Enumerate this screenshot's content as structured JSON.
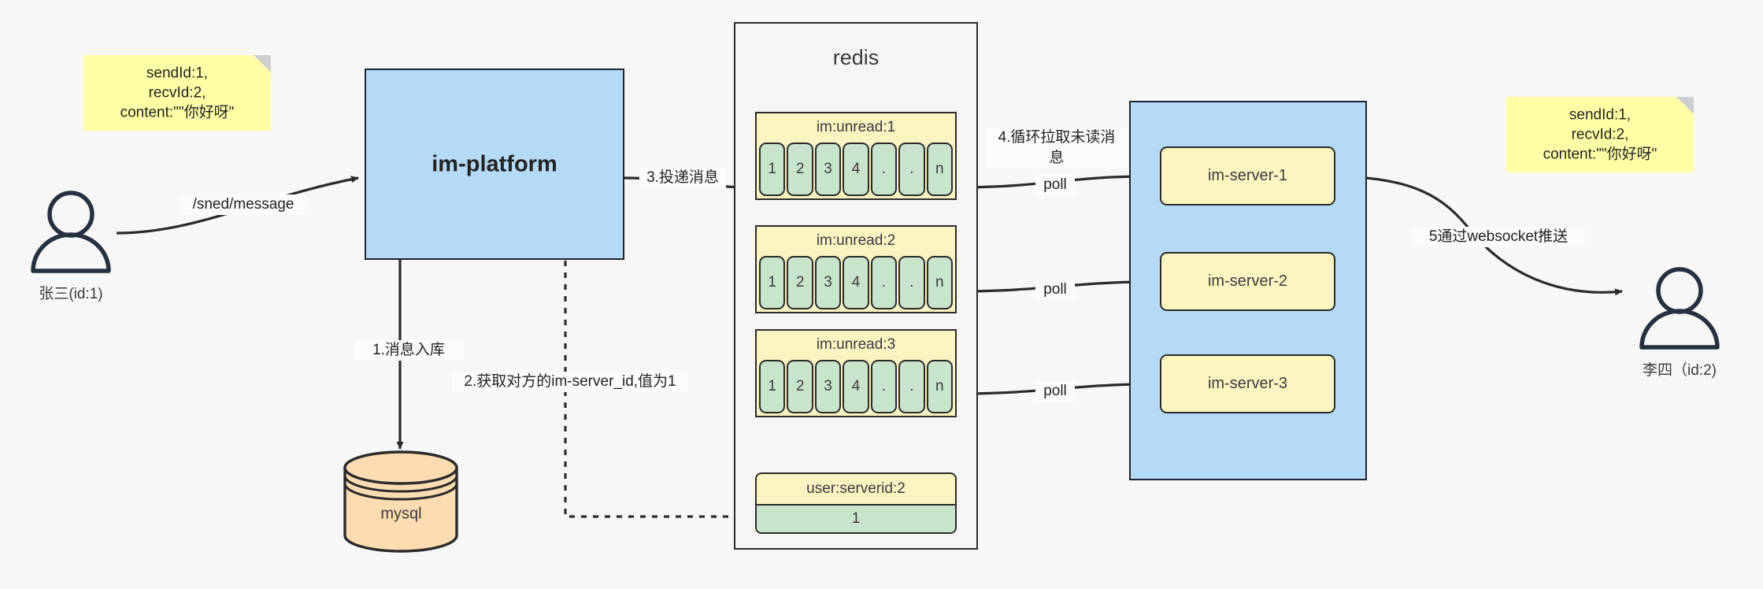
{
  "diagram": {
    "title": "IM message delivery architecture",
    "colors": {
      "background": "#f7f7f7",
      "note_yellow": "#ffffa6",
      "box_blue": "#b5daf7",
      "queue_yellow": "#fbf3c0",
      "cell_green": "#c9e4cd",
      "server_yellow": "#fdf5c0",
      "db_orange": "#fcdcb0",
      "stroke": "#2b2b2b"
    }
  },
  "notes": {
    "left": "sendId:1,\nrecvId:2,\ncontent:\"\"你好呀\"",
    "right": "sendId:1,\nrecvId:2,\ncontent:\"\"你好呀\""
  },
  "users": {
    "sender": {
      "label": "张三(id:1)",
      "icon": "person-icon"
    },
    "receiver": {
      "label": "李四（id:2)",
      "icon": "person-icon"
    }
  },
  "platform": {
    "label": "im-platform"
  },
  "database": {
    "label": "mysql",
    "icon": "database-cylinder-icon"
  },
  "redis": {
    "title": "redis",
    "queues": [
      {
        "key": "im:unread:1",
        "cells": [
          "1",
          "2",
          "3",
          "4",
          ".",
          ".",
          "n"
        ]
      },
      {
        "key": "im:unread:2",
        "cells": [
          "1",
          "2",
          "3",
          "4",
          ".",
          ".",
          "n"
        ]
      },
      {
        "key": "im:unread:3",
        "cells": [
          "1",
          "2",
          "3",
          "4",
          ".",
          ".",
          "n"
        ]
      }
    ],
    "kv": {
      "key": "user:serverid:2",
      "value": "1"
    }
  },
  "servers": {
    "items": [
      {
        "label": "im-server-1"
      },
      {
        "label": "im-server-2"
      },
      {
        "label": "im-server-3"
      }
    ]
  },
  "edge_labels": {
    "send_message": "/sned/message",
    "step1": "1.消息入库",
    "step2": "2.获取对方的im-server_id,值为1",
    "step3": "3.投递消息",
    "step4": "4.循环拉取未读消\n息",
    "poll1": "poll",
    "poll2": "poll",
    "poll3": "poll",
    "step5": "5通过websocket推送"
  }
}
